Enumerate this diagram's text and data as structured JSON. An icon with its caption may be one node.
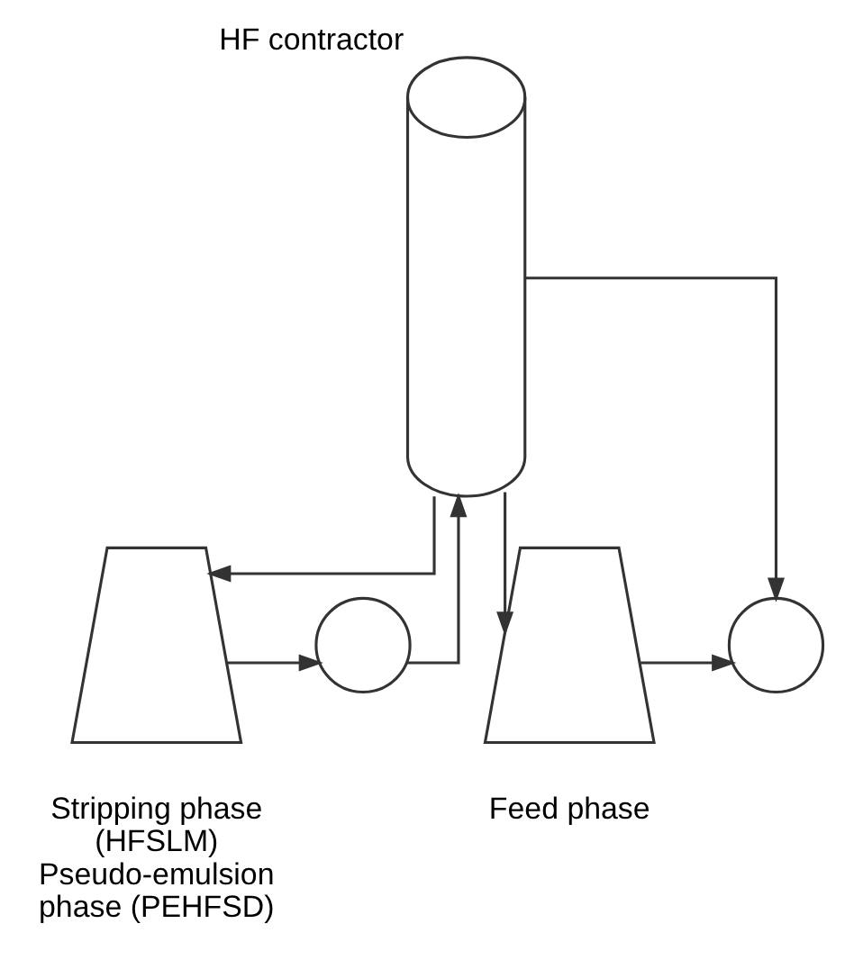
{
  "diagram": {
    "nodes": [
      {
        "text": [],
        "shape": "cylinder",
        "beside": [
          "HF contractor"
        ]
      },
      {
        "text": [],
        "shape": "picture",
        "beside": [
          "Stripping phase (HFSLM)",
          "Pseudo-emulsion phase (PEHFSD)"
        ]
      },
      {
        "text": [],
        "shape": "circle"
      },
      {
        "text": [],
        "shape": "picture",
        "beside": [
          "Feed phase"
        ]
      },
      {
        "text": [],
        "shape": "circle"
      }
    ],
    "edges": [
      {
        "from": 0,
        "to": 1,
        "arrow": "to"
      },
      {
        "from": 1,
        "to": 2,
        "arrow": "to"
      },
      {
        "from": 2,
        "to": 0,
        "arrow": "to"
      },
      {
        "from": 0,
        "to": 3,
        "arrow": "to"
      },
      {
        "from": 3,
        "to": 4,
        "arrow": "to"
      },
      {
        "from": 0,
        "to": 4,
        "arrow": "to"
      }
    ]
  }
}
